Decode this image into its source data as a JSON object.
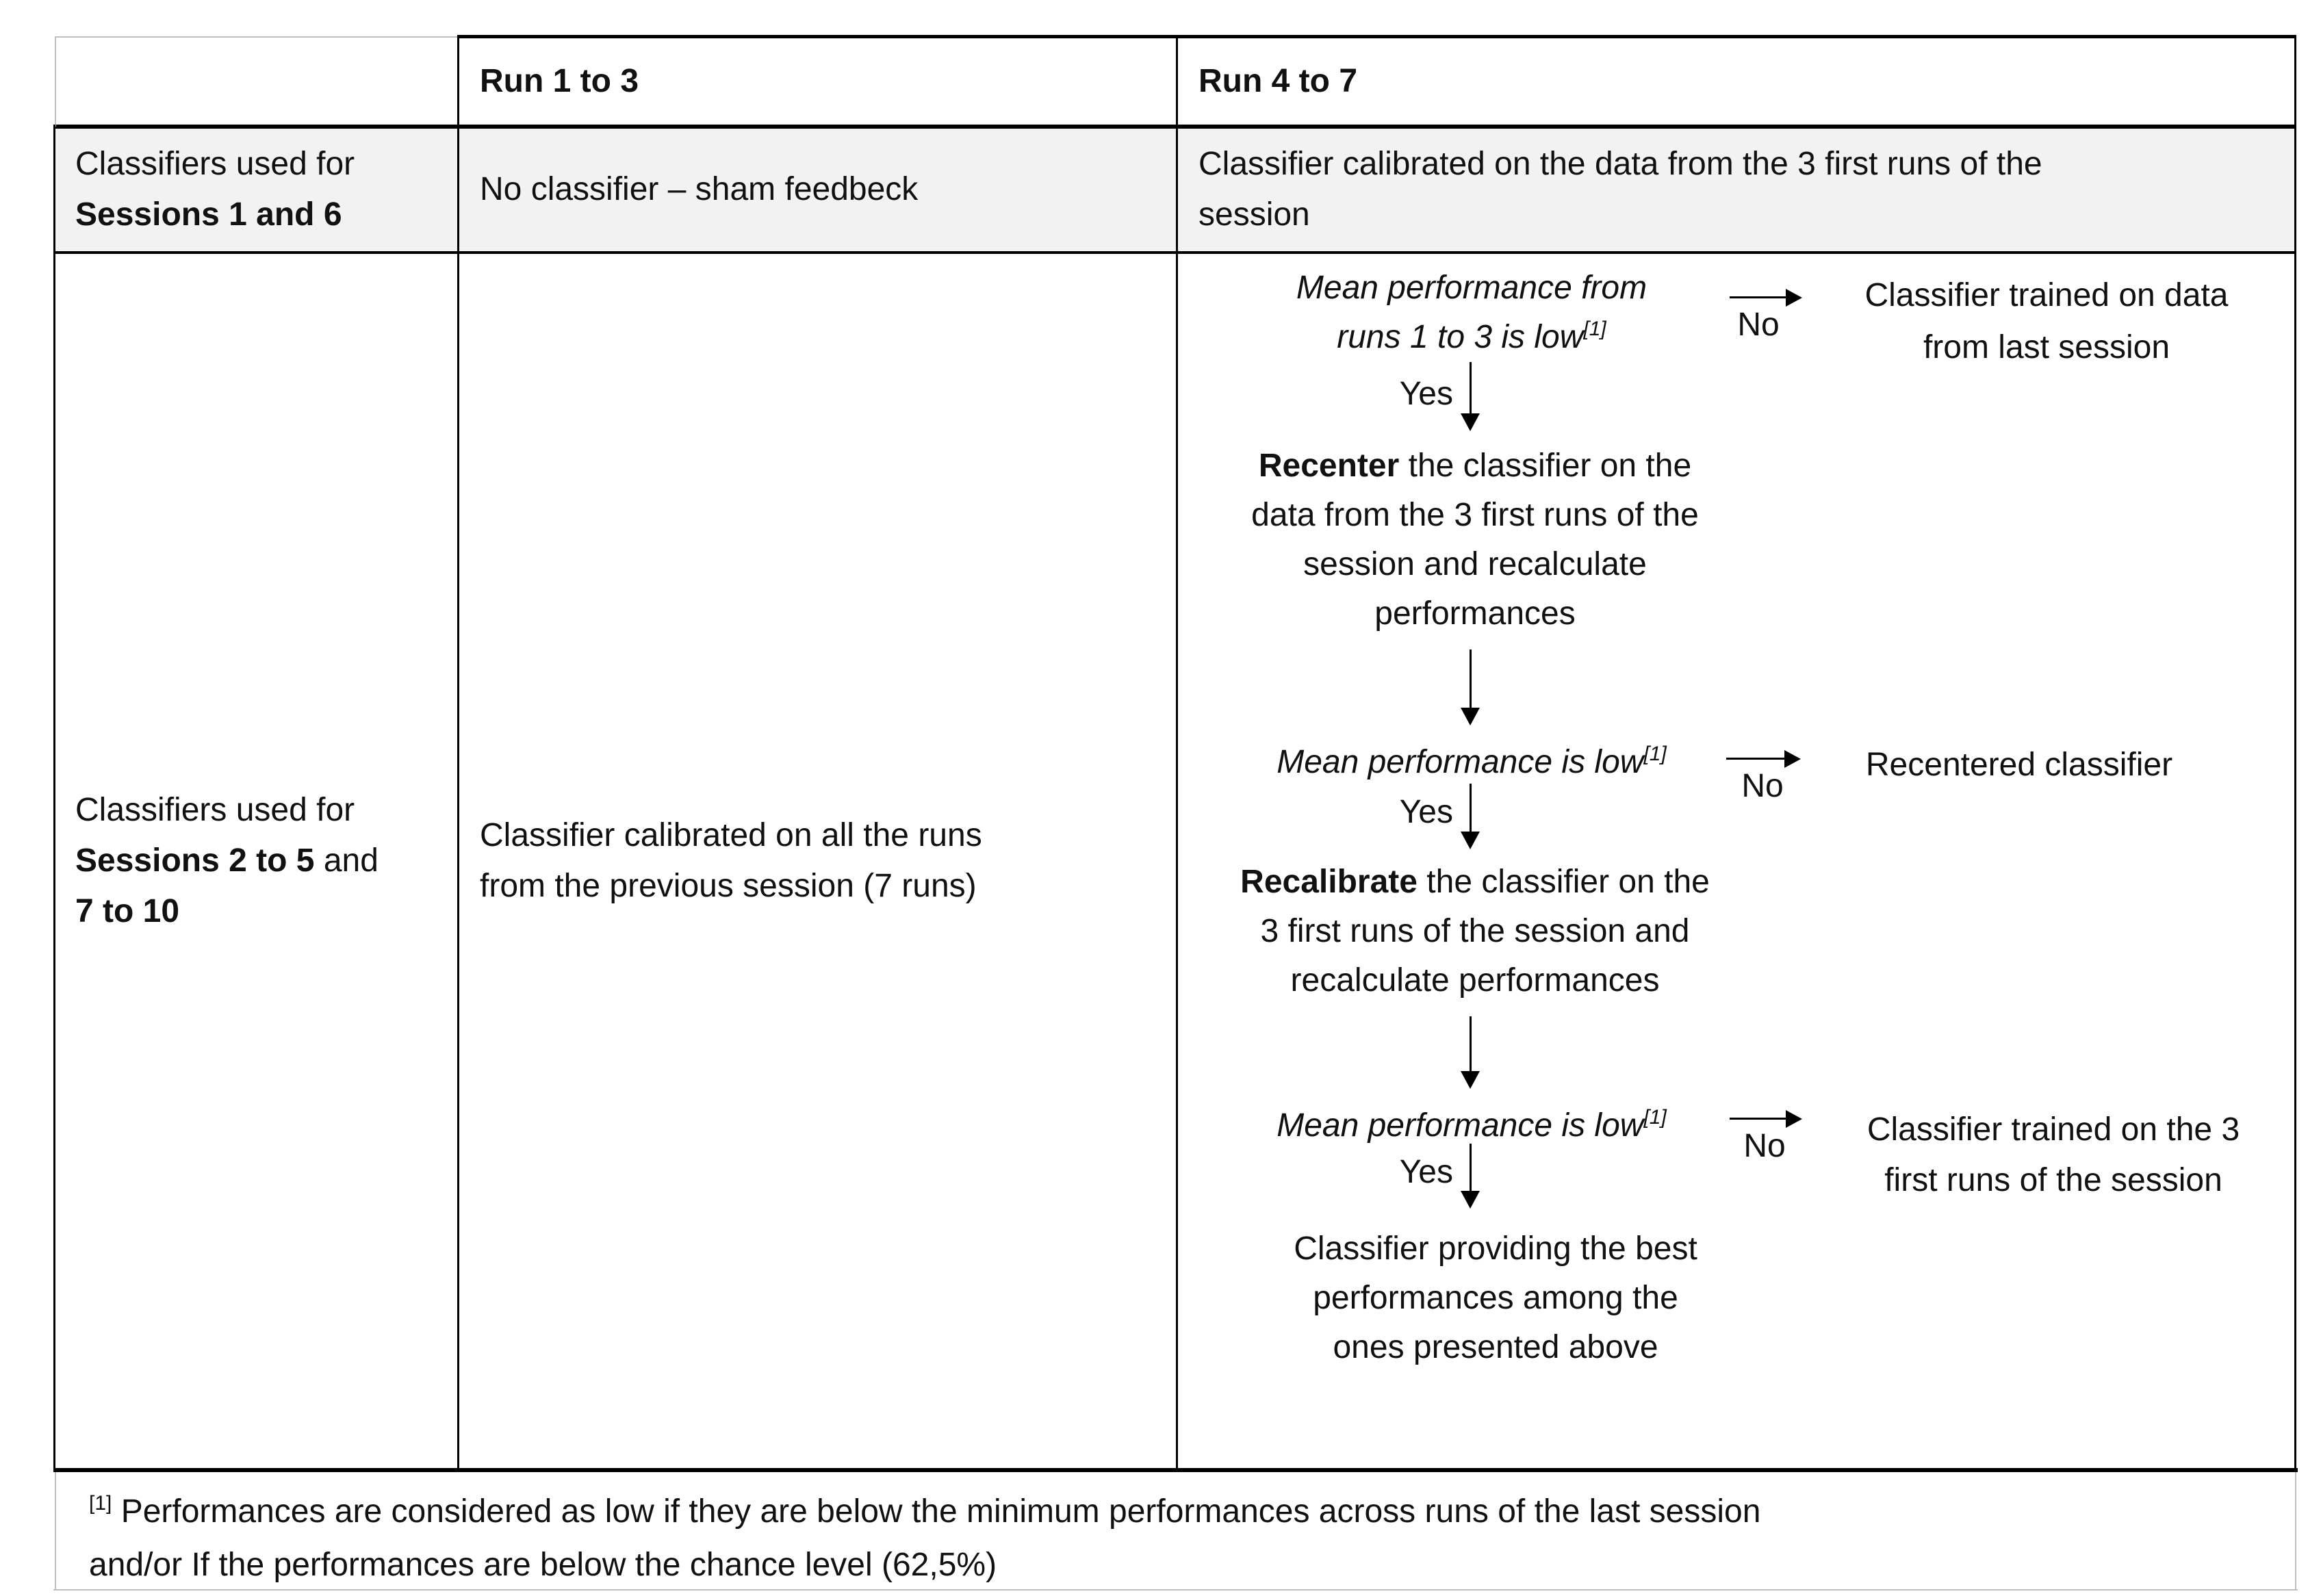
{
  "table": {
    "header": {
      "col2": "Run 1 to 3",
      "col3": "Run 4 to 7"
    },
    "row1": {
      "col1_line1": "Classifiers used for",
      "col1_line2_bold": "Sessions 1 and 6",
      "col2": "No classifier – sham feedbeck",
      "col3_line1": "Classifier calibrated on the data from the 3 first runs of the",
      "col3_line2": "session"
    },
    "row2": {
      "col1_line1": "Classifiers used for",
      "col1_line2_bold": "Sessions 2 to 5",
      "col1_line2_rest": " and",
      "col1_line3_bold": "7 to 10",
      "col2_line1": "Classifier calibrated on all the runs",
      "col2_line2": "from the previous session (7 runs)"
    },
    "footnote": {
      "marker": "[1]",
      "line1": " Performances are considered as low if they are below the minimum performances across runs of the last session",
      "line2": "and/or If the performances are below the chance level (62,5%)"
    }
  },
  "flowchart": {
    "decision1": {
      "line1": "Mean performance from",
      "line2": "runs 1 to 3 is low",
      "sup": "[1]"
    },
    "branch1": {
      "no_label": "No",
      "yes_label": "Yes",
      "result_line1": "Classifier trained on data",
      "result_line2": "from last session"
    },
    "action1": {
      "line1_bold": "Recenter",
      "line1_rest": " the classifier on the",
      "line2": "data from the 3 first runs of the",
      "line3": "session and recalculate",
      "line4": "performances"
    },
    "decision2": {
      "text": "Mean performance is low",
      "sup": "[1]"
    },
    "branch2": {
      "no_label": "No",
      "yes_label": "Yes",
      "result": "Recentered classifier"
    },
    "action2": {
      "line1_bold": "Recalibrate",
      "line1_rest": " the classifier on the",
      "line2": "3 first runs of the session and",
      "line3": "recalculate performances"
    },
    "decision3": {
      "text": "Mean performance is low",
      "sup": "[1]"
    },
    "branch3": {
      "no_label": "No",
      "yes_label": "Yes",
      "result_line1": "Classifier trained on the 3",
      "result_line2": "first runs of the session"
    },
    "final": {
      "line1": "Classifier providing the best",
      "line2": "performances among the",
      "line3": "ones presented above"
    }
  }
}
